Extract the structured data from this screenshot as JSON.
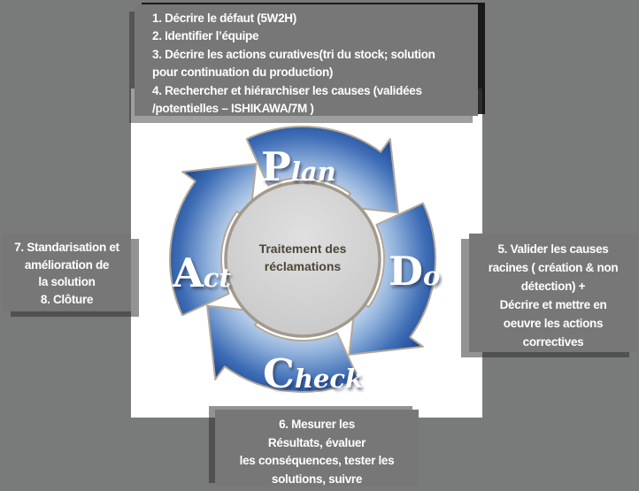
{
  "colors": {
    "background_gray": "#797a7a",
    "box_gray": "#777777",
    "panel_white": "#ffffff",
    "arrow_blue_dark": "#173f8a",
    "arrow_blue_light": "#c2d5ee",
    "arrow_outline_tan": "#b2a99b",
    "center_circle_fill": "#d6d6d6",
    "center_circle_border": "#a39a8c",
    "center_text_brown": "#4c4635",
    "note_text": "#ffffff"
  },
  "steps": {
    "plan_box": "1. Décrire le défaut (5W2H)\n2. Identifier l’équipe\n3. Décrire les actions curatives(tri du stock; solution\npour continuation  du production)\n4. Rechercher et hiérarchiser les causes (validées\n/potentielles – ISHIKAWA/7M )",
    "do_box": "5. Valider les causes\nracines ( création & non\ndétection) +\nDécrire et mettre en\noeuvre les actions\ncorrectives",
    "check_box": "6. Mesurer les\nRésultats,  évaluer\nles conséquences, tester les\nsolutions, suivre",
    "act_box": "7.  Standarisation et\namélioration de\nla solution\n8. Clôture"
  },
  "diagram": {
    "center": "Traitement des\nréclamations",
    "labels": {
      "plan": {
        "cap": "P",
        "rest": "lan"
      },
      "do": {
        "cap": "D",
        "rest": "o"
      },
      "check": {
        "cap": "C",
        "rest": "heck"
      },
      "act": {
        "cap": "A",
        "rest": "ct"
      }
    }
  }
}
